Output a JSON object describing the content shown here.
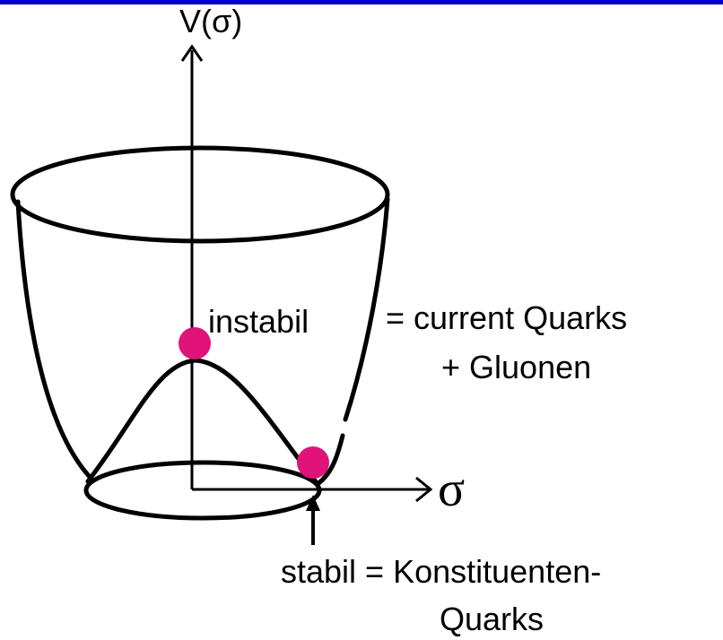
{
  "diagram": {
    "axis_y_label": "V(σ)",
    "axis_x_label": "σ",
    "unstable_label": "instabil",
    "current_quarks_line1": "= current Quarks",
    "current_quarks_line2": "+ Gluonen",
    "stable_line1": "stabil = Konstituenten-",
    "stable_line2": "Quarks",
    "colors": {
      "frame_rule": "#0000cc",
      "stroke": "#000000",
      "marker": "#e0137a"
    }
  }
}
